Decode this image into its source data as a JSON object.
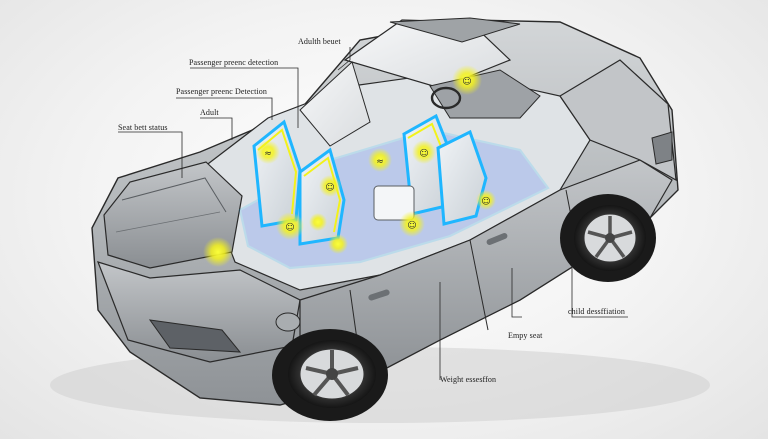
{
  "callouts": {
    "adult_belt": "Adulth beuet",
    "passenger_presence_top": "Passenger preenc detection",
    "passenger_presence_mid": "Passenger preenc Detection",
    "adult": "Adult",
    "seat_belt_status": "Seat bett status",
    "child_classification": "child dessffiation",
    "empty_seat": "Empy seat",
    "weight_classification": "Weight essesffon"
  },
  "colors": {
    "body": "#b4b8bb",
    "body_shadow": "#8c9094",
    "glass": "#eceef0",
    "sensor_glow": "#2fb7ff",
    "indicator": "#f2f21a",
    "outline": "#2a2a2a"
  }
}
